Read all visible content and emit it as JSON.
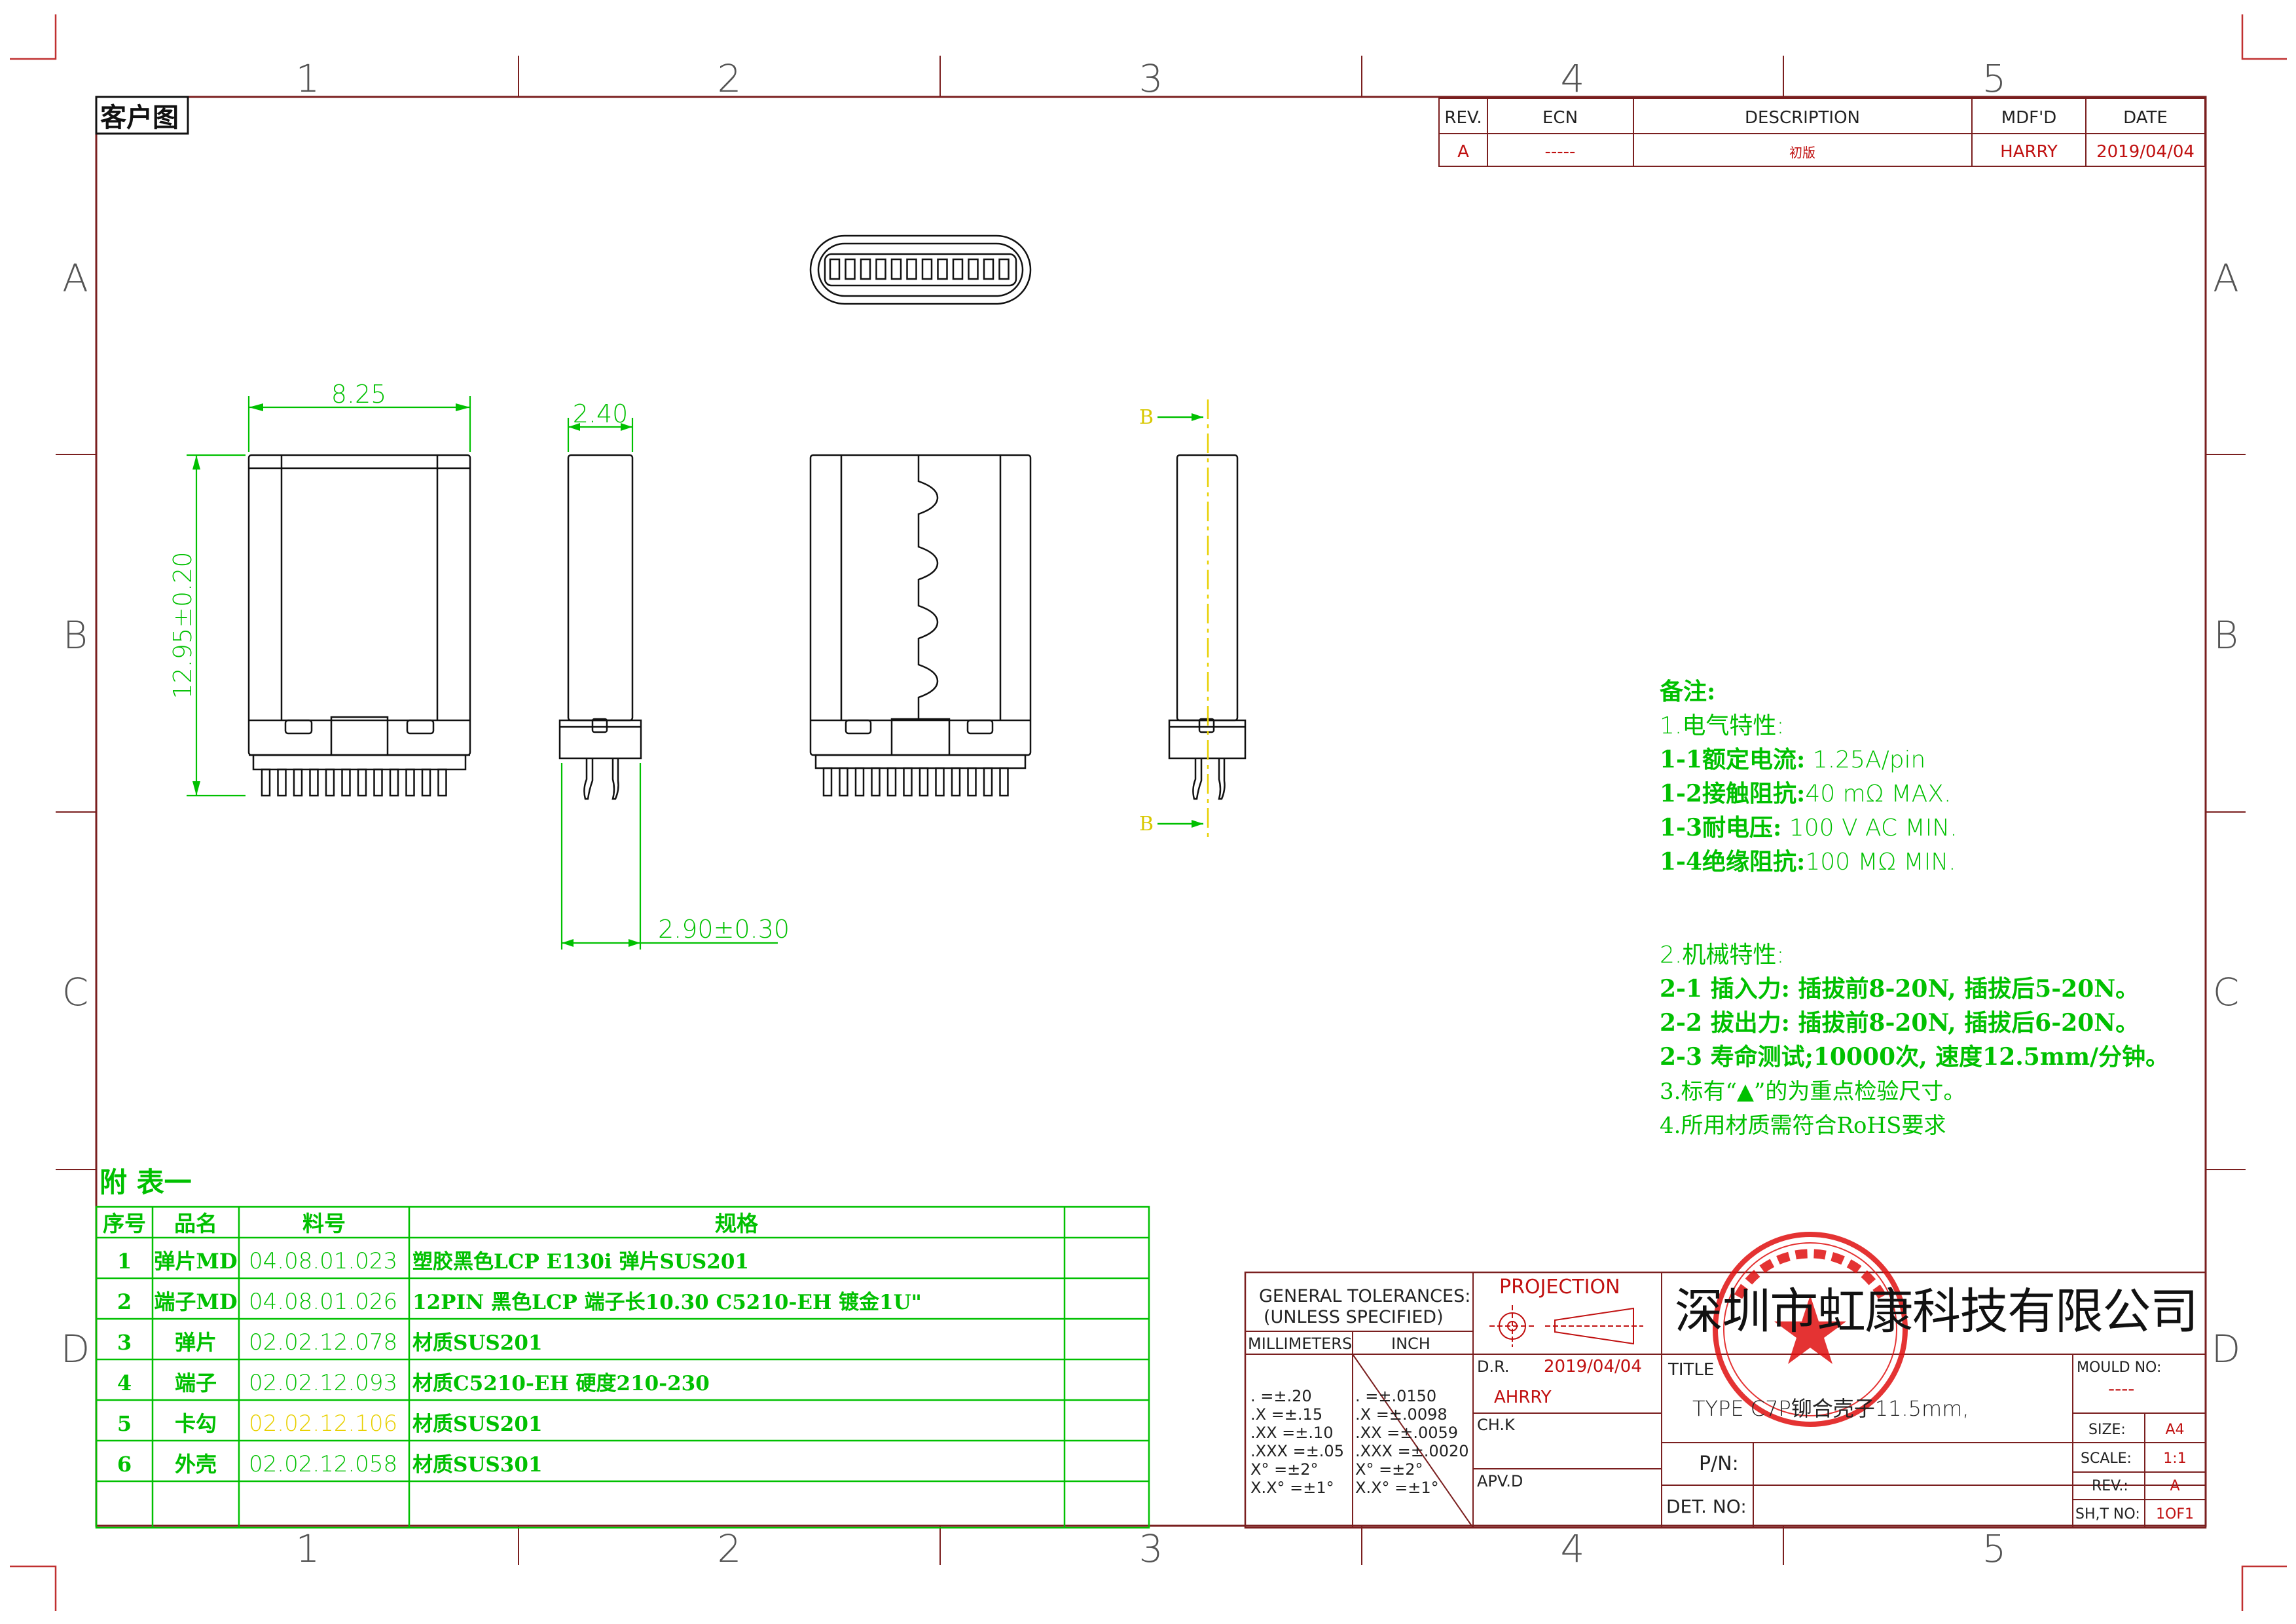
{
  "frame": {
    "col_numbers": [
      "1",
      "2",
      "3",
      "4",
      "5"
    ],
    "row_letters": [
      "A",
      "B",
      "C",
      "D"
    ]
  },
  "view_label": "客户图",
  "revision": {
    "headers": [
      "REV.",
      "ECN",
      "DESCRIPTION",
      "MDF'D",
      "DATE"
    ],
    "row": [
      "A",
      "-----",
      "初版",
      "HARRY",
      "2019/04/04"
    ]
  },
  "dimensions": {
    "width": "8.25",
    "height": "12.95±0.20",
    "thickness": "2.40",
    "pin_offset": "2.90±0.30",
    "section_mark": "B"
  },
  "notes": {
    "title": "备注:",
    "electrical_title": "1.电气特性:",
    "electrical": [
      {
        "label": "1-1额定电流:",
        "value": " 1.25A/pin"
      },
      {
        "label": "1-2接触阻抗:",
        "value": "40  mΩ  MAX."
      },
      {
        "label": "1-3耐电压:",
        "value": " 100  V  AC  MIN."
      },
      {
        "label": "1-4绝缘阻抗:",
        "value": "100  MΩ  MIN."
      }
    ],
    "mechanical_title": "2.机械特性:",
    "mechanical": [
      "2-1 插入力: 插拔前8-20N, 插拔后5-20N。",
      "2-2 拔出力: 插拔前8-20N, 插拔后6-20N。",
      "2-3 寿命测试;10000次, 速度12.5mm/分钟。",
      "3.标有“▲”的为重点检验尺寸。",
      "4.所用材质需符合RoHS要求"
    ]
  },
  "bom": {
    "title": "附 表一",
    "headers": [
      "序号",
      "品名",
      "料号",
      "规格",
      ""
    ],
    "rows": [
      [
        "1",
        "弹片MD",
        "04.08.01.023",
        "塑胶黑色LCP E130i 弹片SUS201"
      ],
      [
        "2",
        "端子MD",
        "04.08.01.026",
        "12PIN 黑色LCP 端子长10.30 C5210-EH 镀金1U\""
      ],
      [
        "3",
        "弹片",
        "02.02.12.078",
        "材质SUS201"
      ],
      [
        "4",
        "端子",
        "02.02.12.093",
        "材质C5210-EH 硬度210-230"
      ],
      [
        "5",
        "卡勾",
        "02.02.12.106",
        "材质SUS201"
      ],
      [
        "6",
        "外壳",
        "02.02.12.058",
        "材质SUS301"
      ]
    ]
  },
  "title_block": {
    "tol_title_1": "GENERAL  TOLERANCES:",
    "tol_title_2": "(UNLESS   SPECIFIED)",
    "mm_header": "MILLIMETERS",
    "inch_header": "INCH",
    "tol_mm": [
      ".       =±.20",
      ".X      =±.15",
      ".XX    =±.10",
      ".XXX  =±.05",
      "X°     =±2°",
      "X.X°  =±1°"
    ],
    "tol_inch": [
      ".       =±.0150",
      ".X      =±.0098",
      ".XX    =±.0059",
      ".XXX  =±.0020",
      "X°     =±2°",
      "X.X°  =±1°"
    ],
    "projection": "PROJECTION",
    "dr_label": "D.R.",
    "dr_date": "2019/04/04",
    "dr_name": "AHRRY",
    "ch_label": "CH.K",
    "apv_label": "APV.D",
    "company": "深圳市虹康科技有限公司",
    "title_label": "TITLE",
    "title_value": "TYPE  C7P铆合壳子11.5mm,",
    "pn_label": "P/N:",
    "det_label": "DET.  NO:",
    "mould_label": "MOULD  NO:",
    "mould_value": "----",
    "size_label": "SIZE:",
    "size_value": "A4",
    "scale_label": "SCALE:",
    "scale_value": "1:1",
    "rev_label": "REV.:",
    "rev_value": "A",
    "sheet_label": "SH,T  NO:",
    "sheet_value": "1OF1"
  },
  "colors": {
    "frame": "#7a1f1f",
    "notes": "#00c000",
    "drawing": "#111111",
    "stamp": "#e01010",
    "highlight": "#e8d000",
    "projection": "#c01010"
  }
}
